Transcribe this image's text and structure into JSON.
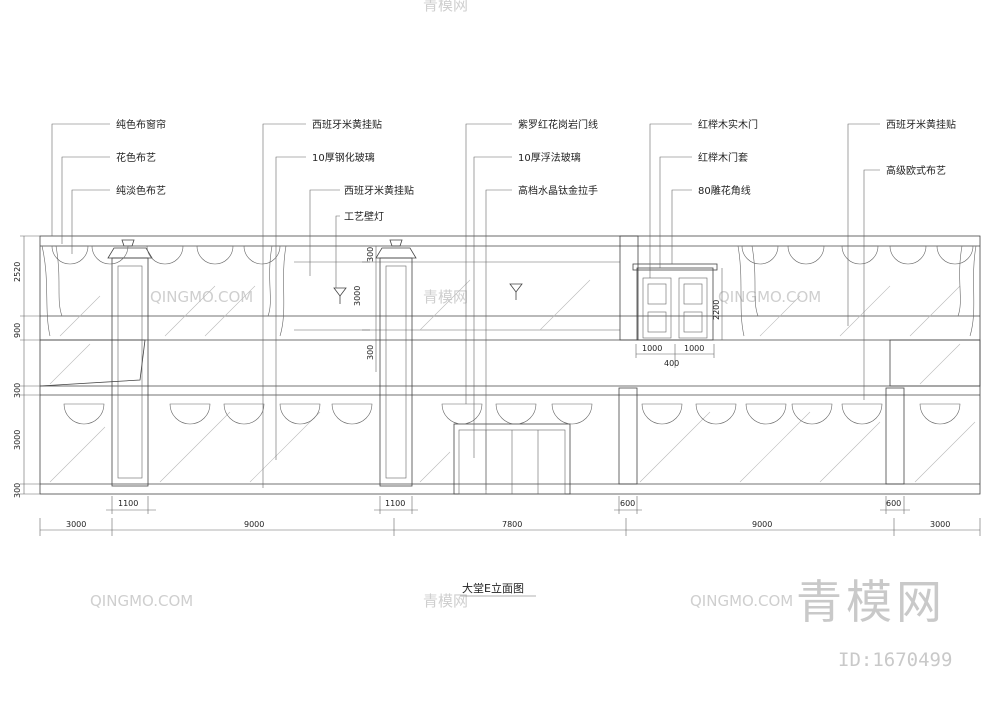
{
  "drawing_title": "大堂E立面图",
  "callouts": {
    "c1": "纯色布窗帘",
    "c2": "花色布艺",
    "c3": "纯淡色布艺",
    "c4": "西班牙米黄挂贴",
    "c5": "10厚钢化玻璃",
    "c6": "西班牙米黄挂贴",
    "c7": "工艺壁灯",
    "c8": "紫罗红花岗岩门线",
    "c9": "10厚浮法玻璃",
    "c10": "高档水晶钛金拉手",
    "c11": "红榉木实木门",
    "c12": "红榉木门套",
    "c13": "80雕花角线",
    "c14": "西班牙米黄挂贴",
    "c15": "高级欧式布艺"
  },
  "left_dims": {
    "d1": "2520",
    "d2": "900",
    "d3": "300",
    "d4": "3000",
    "d5": "300"
  },
  "inner_dims": {
    "d1": "300",
    "d2": "3000",
    "d3": "300",
    "d4": "2200"
  },
  "door_dims": {
    "d1": "1000",
    "d2": "1000",
    "d3": "400"
  },
  "base_dims": {
    "d1": "1100",
    "d2": "1100",
    "d3": "600",
    "d4": "600"
  },
  "bottom_dims": {
    "d1": "3000",
    "d2": "9000",
    "d3": "7800",
    "d4": "9000",
    "d5": "3000"
  },
  "watermarks": {
    "brand_cn": "青模网",
    "brand_en": "QINGMO.COM",
    "id_text": "ID:1670499"
  }
}
